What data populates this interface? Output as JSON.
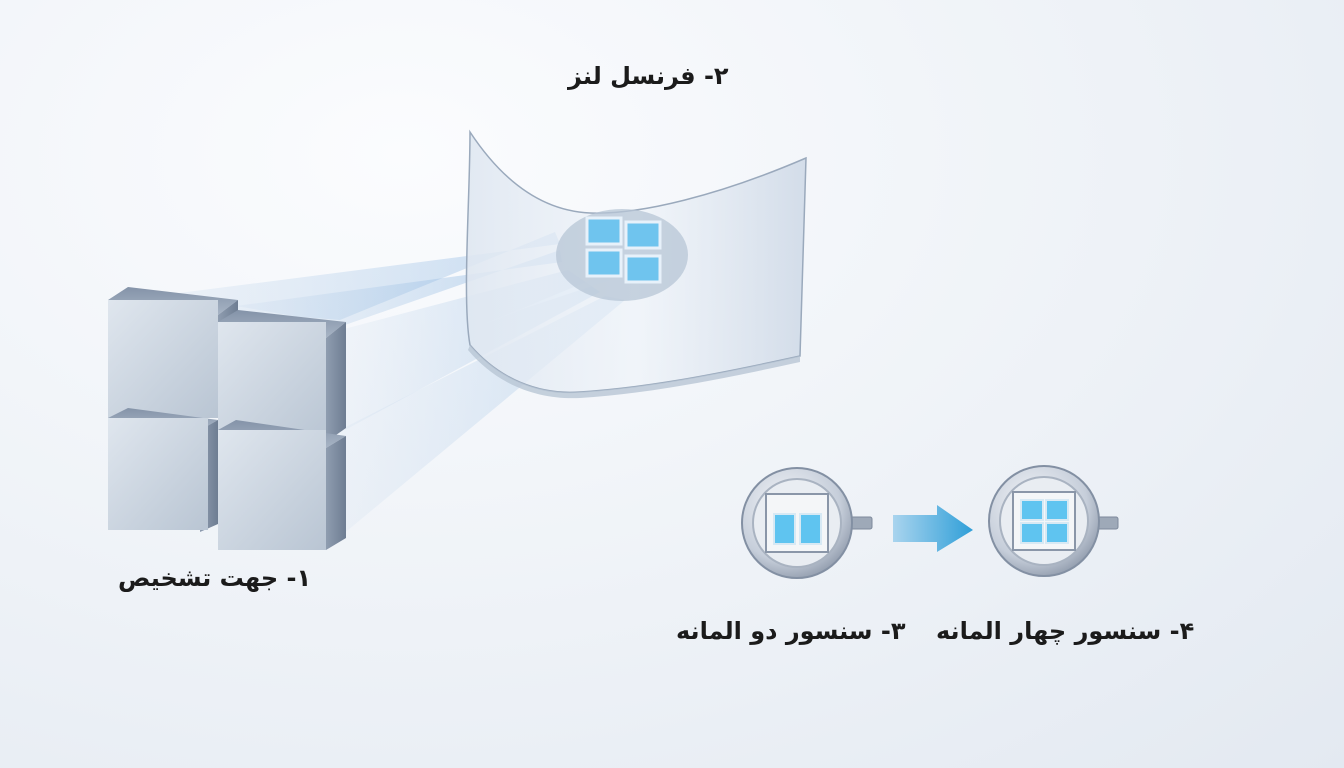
{
  "labels": {
    "fresnel_lens": "۲- فرنسل لنز",
    "detection_zones": "۱- جهت تشخیص",
    "dual_sensor": "۳- سنسور دو المانه",
    "quad_sensor": "۴- سنسور چهار المانه"
  },
  "colors": {
    "background": "#eef2f7",
    "cube_face": "#c9d3df",
    "beam": "#8fb6e0",
    "sensor_element": "#5fc4f0",
    "arrow": "#49aede"
  }
}
